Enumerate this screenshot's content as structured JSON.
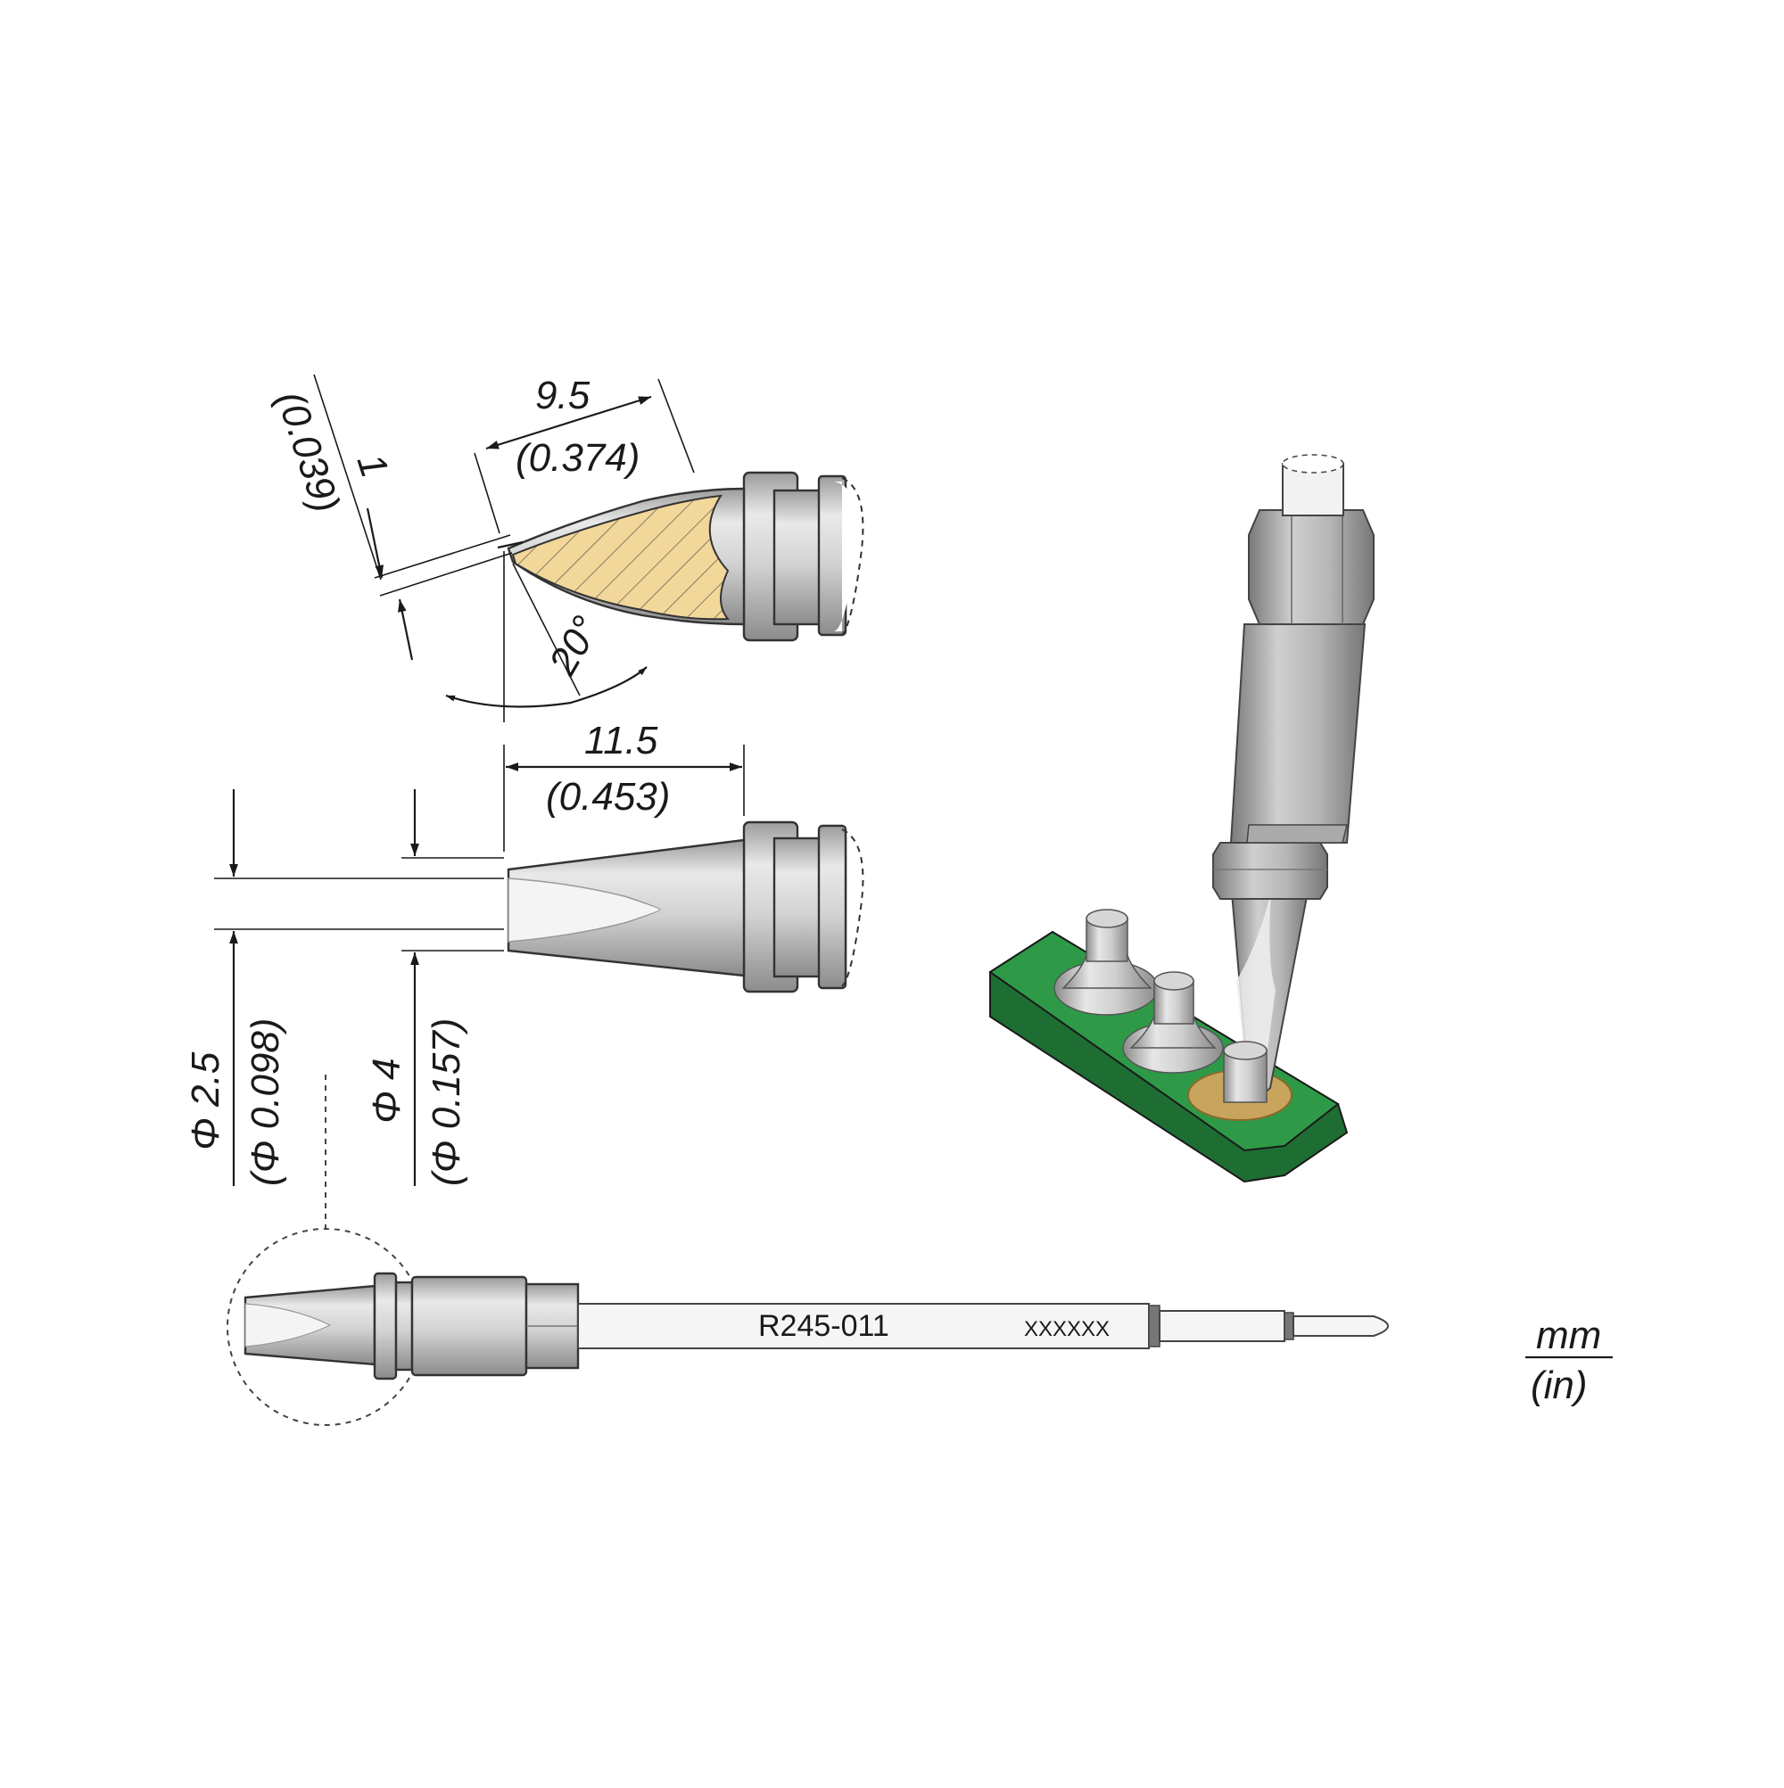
{
  "unit": {
    "top": "mm",
    "bottom": "(in)"
  },
  "dimensions": {
    "tip_length": {
      "mm": "9.5",
      "inch": "(0.374)"
    },
    "tip_thickness": {
      "mm": "1",
      "inch": "(0.039)"
    },
    "tip_angle": {
      "label": "20°"
    },
    "tip_reach": {
      "mm": "11.5",
      "inch": "(0.453)"
    },
    "inner_diameter": {
      "mm": "Φ 2.5",
      "inch": "(Φ 0.098)"
    },
    "outer_diameter": {
      "mm": "Φ 4",
      "inch": "(Φ 0.157)"
    }
  },
  "cartridge": {
    "part_number": "R245-011",
    "serial_placeholder": "XXXXXX"
  },
  "colors": {
    "metal_light": "#e4e4e4",
    "metal_mid": "#bdbdbd",
    "metal_dark": "#8f8f8f",
    "solder_section": "#f2d79a",
    "pcb_green": "#2e9a48",
    "pcb_green_dark": "#1e6e33",
    "copper_pad": "#c9a45c"
  }
}
